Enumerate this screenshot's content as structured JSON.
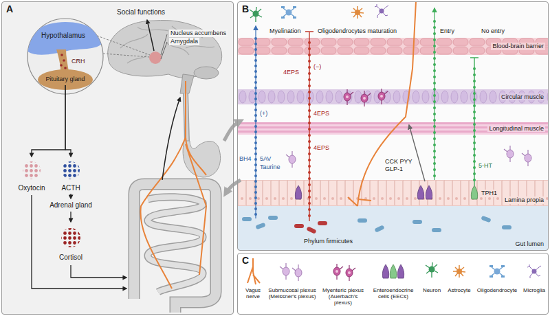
{
  "diagram": {
    "nodes": [
      {
        "text": [
          "A"
        ]
      },
      {
        "text": [
          "Hypothalamus"
        ],
        "in": 0
      },
      {
        "text": [
          "Pituitary gland"
        ],
        "in": 0
      },
      {
        "text": [
          "Oxytocin"
        ],
        "in": 0
      },
      {
        "text": [
          "ACTH"
        ],
        "in": 0
      },
      {
        "text": [
          "Adrenal gland"
        ],
        "in": 0
      },
      {
        "text": [
          "Cortisol"
        ],
        "in": 0
      },
      {
        "text": [
          "B"
        ]
      },
      {
        "text": [
          "Blood-brain barrier"
        ],
        "in": 7
      },
      {
        "text": [
          "Circular muscle"
        ],
        "in": 7
      },
      {
        "text": [
          "Longitudinal muscle"
        ],
        "in": 7
      },
      {
        "text": [
          "Lamina propia"
        ],
        "in": 7
      },
      {
        "text": [
          "Gut lumen"
        ],
        "in": 7
      },
      {
        "text": [
          "C"
        ]
      }
    ],
    "edges": [
      {
        "from": 2,
        "to": 3,
        "arrow": "to"
      },
      {
        "from": 2,
        "to": 4,
        "arrow": "to"
      },
      {
        "from": 4,
        "to": 5,
        "arrow": "to"
      },
      {
        "from": 5,
        "to": 6,
        "arrow": "to"
      }
    ],
    "labels": [
      "Social functions",
      "Nucleus accumbens",
      "Amygdala",
      "CRH",
      "Myelination",
      "Oligodendrocytes maturation",
      "Entry",
      "No entry",
      "4EPS",
      "(−)",
      "4EPS",
      "(+)",
      "4EPS",
      "BH4",
      "5AV",
      "Taurine",
      "CCK PYY GLP-1",
      "5-HT",
      "TPH1",
      "Phylum firmicutes"
    ],
    "legend": [
      {
        "text": "Vagus nerve"
      },
      {
        "text": "Submucosal plexus (Meissner's plexus)"
      },
      {
        "text": "Myenteric plexus (Auerbach's plexus)"
      },
      {
        "text": "Enteroendocrine cells (EECs)"
      },
      {
        "text": "Neuron"
      },
      {
        "text": "Astrocyte"
      },
      {
        "text": "Oligodendrocyte"
      },
      {
        "text": "Microglia"
      }
    ]
  }
}
